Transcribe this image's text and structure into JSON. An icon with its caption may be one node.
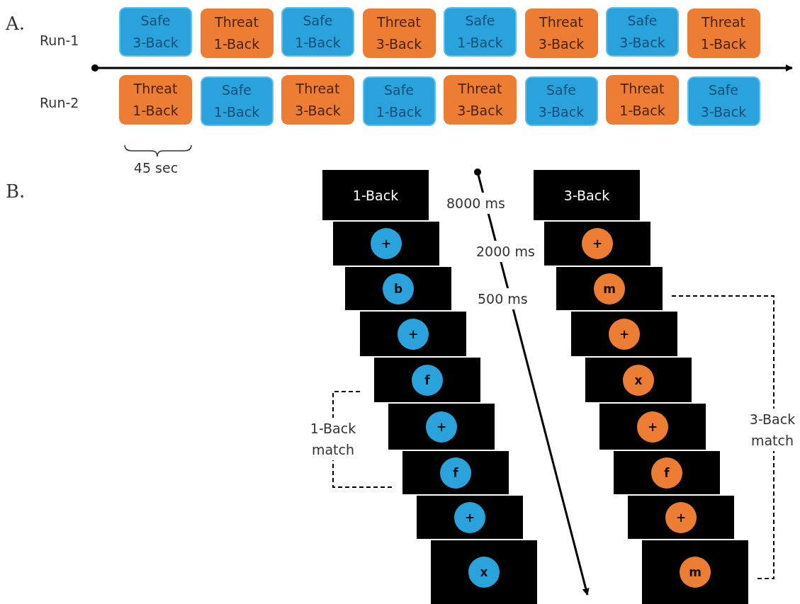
{
  "diagram": {
    "nodes": [
      {
        "text": [
          "Safe",
          "3-Back"
        ]
      },
      {
        "text": [
          "Threat",
          "1-Back"
        ]
      },
      {
        "text": [
          "Safe",
          "1-Back"
        ]
      },
      {
        "text": [
          "Threat",
          "3-Back"
        ]
      },
      {
        "text": [
          "Safe",
          "1-Back"
        ]
      },
      {
        "text": [
          "Threat",
          "3-Back"
        ]
      },
      {
        "text": [
          "Safe",
          "3-Back"
        ]
      },
      {
        "text": [
          "Threat",
          "1-Back"
        ]
      },
      {
        "text": [
          "Threat",
          "1-Back"
        ],
        "beside": [
          "45 sec"
        ]
      },
      {
        "text": [
          "Safe",
          "1-Back"
        ]
      },
      {
        "text": [
          "Threat",
          "3-Back"
        ]
      },
      {
        "text": [
          "Safe",
          "1-Back"
        ]
      },
      {
        "text": [
          "Threat",
          "3-Back"
        ]
      },
      {
        "text": [
          "Safe",
          "3-Back"
        ]
      },
      {
        "text": [
          "Threat",
          "1-Back"
        ]
      },
      {
        "text": [
          "Safe",
          "3-Back"
        ]
      },
      {
        "text": [
          "1-Back"
        ]
      },
      {
        "text": [
          "+"
        ]
      },
      {
        "text": [
          "b"
        ]
      },
      {
        "text": [
          "+"
        ]
      },
      {
        "text": [
          "f"
        ]
      },
      {
        "text": [
          "+"
        ]
      },
      {
        "text": [
          "f"
        ]
      },
      {
        "text": [
          "+"
        ]
      },
      {
        "text": [
          "x"
        ]
      },
      {
        "text": [
          "3-Back"
        ]
      },
      {
        "text": [
          "+"
        ]
      },
      {
        "text": [
          "m"
        ]
      },
      {
        "text": [
          "+"
        ]
      },
      {
        "text": [
          "x"
        ]
      },
      {
        "text": [
          "+"
        ]
      },
      {
        "text": [
          "f"
        ]
      },
      {
        "text": [
          "+"
        ]
      },
      {
        "text": [
          "m"
        ]
      }
    ],
    "edges": [],
    "labels": [
      "A.",
      "Run-1",
      "Run-2",
      "B.",
      "8000 ms",
      "2000 ms",
      "500 ms",
      "1-Back match",
      "3-Back match"
    ]
  }
}
